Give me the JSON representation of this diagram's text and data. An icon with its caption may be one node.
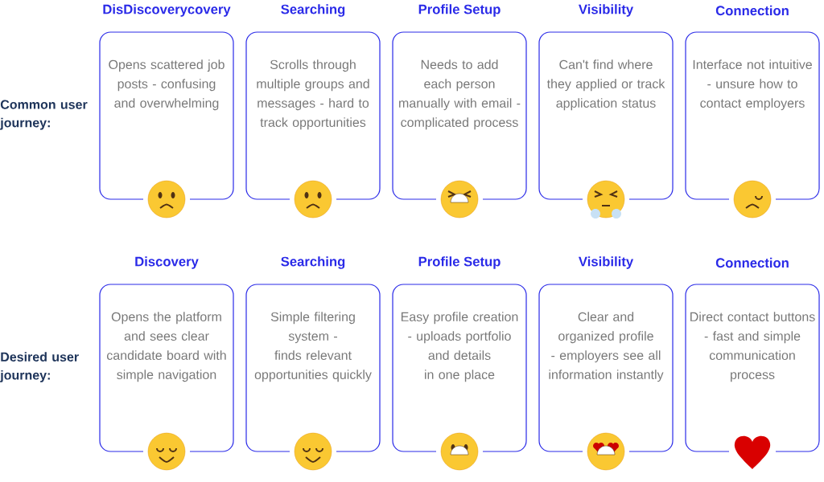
{
  "diagram": {
    "nodes": [
      {
        "text": [
          "DisDiscoverycovery",
          "Opens scattered job posts - confusing and overwhelming"
        ]
      },
      {
        "text": [
          "Searching",
          "Scrolls through multiple groups and messages - hard to track opportunities"
        ]
      },
      {
        "text": [
          "Profile Setup",
          "Needs to add each person manually with email - complicated process"
        ]
      },
      {
        "text": [
          "Visibility",
          "Can't find where they applied or track application status"
        ]
      },
      {
        "text": [
          "Connection",
          "Interface not intuitive - unsure how to contact employers"
        ]
      },
      {
        "text": [
          "Discovery",
          "Opens the platform and sees clear candidate board with simple navigation"
        ]
      },
      {
        "text": [
          "Searching",
          "Simple filtering system - finds relevant opportunities quickly"
        ]
      },
      {
        "text": [
          "Profile Setup",
          "Easy profile creation - uploads portfolio and details in one place"
        ]
      },
      {
        "text": [
          "Visibility",
          "Clear and organized profile - employers see all information instantly"
        ]
      },
      {
        "text": [
          "Connection",
          "Direct contact buttons - fast and simple communication process"
        ]
      }
    ],
    "labels": [
      "Common user journey:",
      "Desired user journey:"
    ]
  }
}
